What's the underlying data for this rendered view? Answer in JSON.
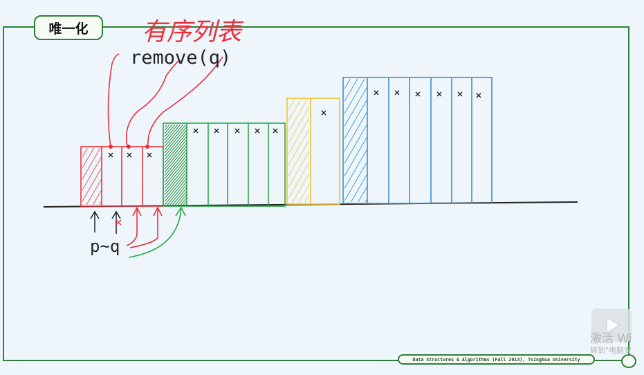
{
  "slide": {
    "title": "唯一化",
    "footer": "Data Structures & Algorithms (Fall 2013), Tsinghua University"
  },
  "annotations": {
    "handwritten_top": "有序列表",
    "remove_label": "remove(q)",
    "pointer_label": "p~q"
  },
  "watermark": {
    "line1": "激活 Wi",
    "line2": "转到\"电脑安"
  },
  "colors": {
    "frame": "#2f7d3a",
    "red": "#e8323e",
    "green": "#2fa64a",
    "yellow": "#f2c230",
    "blue": "#3a8fd0",
    "ink": "#222222"
  },
  "icons": {
    "play": "play-icon"
  }
}
